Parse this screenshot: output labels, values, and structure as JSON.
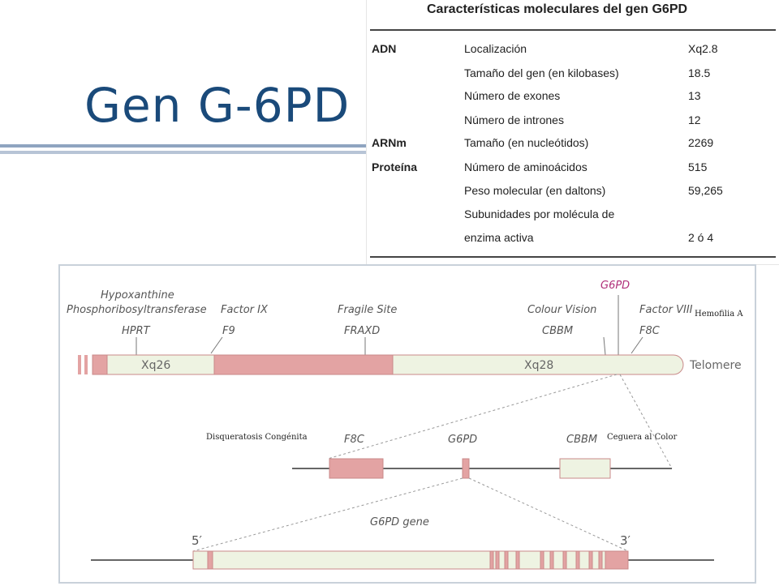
{
  "slide": {
    "title": "Gen G-6PD"
  },
  "table": {
    "title": "Características moleculares del gen G6PD",
    "rows": [
      {
        "category": "ADN",
        "feature": "Localización",
        "value": "Xq2.8"
      },
      {
        "category": "",
        "feature": "Tamaño del gen (en kilobases)",
        "value": "18.5"
      },
      {
        "category": "",
        "feature": "Número de exones",
        "value": "13"
      },
      {
        "category": "",
        "feature": "Número de intrones",
        "value": "12"
      },
      {
        "category": "ARNm",
        "feature": "Tamaño (en nucleótidos)",
        "value": "2269"
      },
      {
        "category": "Proteína",
        "feature": "Número de aminoácidos",
        "value": "515"
      },
      {
        "category": "",
        "feature": "Peso  molecular (en  daltons)",
        "value": "59,265"
      },
      {
        "category": "",
        "feature": "Subunidades por molécula de",
        "value": ""
      },
      {
        "category": "",
        "feature": "enzima activa",
        "value": "2 ó 4"
      }
    ]
  },
  "figure": {
    "chromosome": {
      "loci": [
        {
          "name_line1": "Hypoxanthine",
          "name_line2": "Phosphoribosyltransferase",
          "symbol": "HPRT"
        },
        {
          "name_line1": "Factor IX",
          "name_line2": "",
          "symbol": "F9"
        },
        {
          "name_line1": "Fragile Site",
          "name_line2": "",
          "symbol": "FRAXD"
        },
        {
          "name_line1": "Colour Vision",
          "name_line2": "",
          "symbol": "CBBM"
        },
        {
          "name_line1": "Factor VIII",
          "name_line2": "",
          "symbol": "F8C"
        }
      ],
      "highlight": "G6PD",
      "highlight_color": "#b0307a",
      "bands": [
        "Xq26",
        "Xq28"
      ],
      "end_label": "Telomere",
      "band_color": "#e3a3a3",
      "light_color": "#eef3e2"
    },
    "region": {
      "genes": [
        "F8C",
        "G6PD",
        "CBBM"
      ]
    },
    "gene": {
      "label": "G6PD gene",
      "five_prime": "5′",
      "three_prime": "3′"
    },
    "annotations": {
      "hemofilia": "Hemofilia A",
      "disqueratosis": "Disqueratosis Congénita",
      "ceguera": "Ceguera al Color"
    }
  }
}
